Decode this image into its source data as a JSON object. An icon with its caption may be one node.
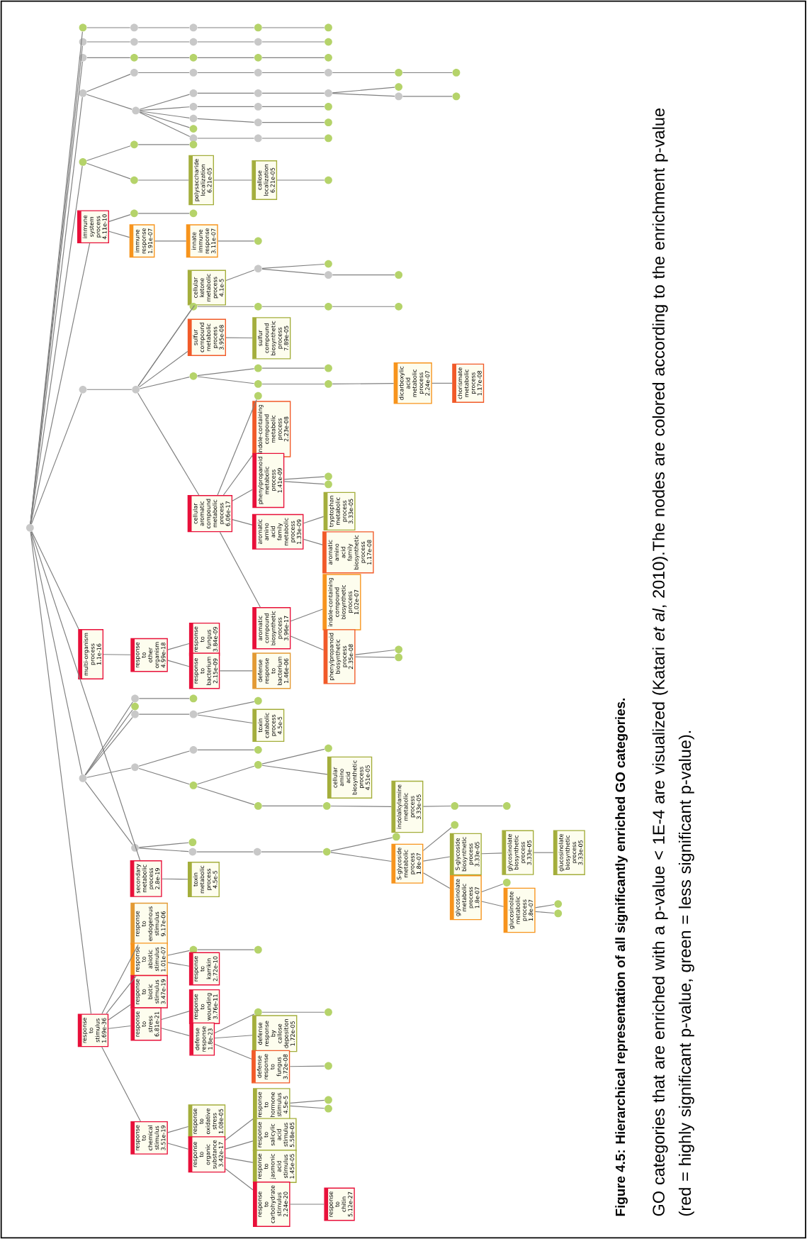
{
  "diagram": {
    "title": "Figure 4.5: Hierarchical representation of all significantly enriched GO categories.",
    "caption": "GO categories that are enriched with a p-value < 1E-4 are visualized (Katari *et al*, 2010).The nodes are colored according to the enrichment p-value (red = highly significant p-value, green = less significant p-value).",
    "nodes": [
      {
        "text": [],
        "shape": "circle"
      },
      {
        "text": [],
        "shape": "circle"
      },
      {
        "text": [],
        "shape": "circle"
      },
      {
        "text": [],
        "shape": "circle"
      },
      {
        "text": [],
        "shape": "circle"
      },
      {
        "text": [],
        "shape": "circle"
      },
      {
        "text": [],
        "shape": "circle"
      },
      {
        "text": [],
        "shape": "circle"
      },
      {
        "text": [],
        "shape": "circle"
      },
      {
        "text": [],
        "shape": "circle"
      },
      {
        "text": [],
        "shape": "circle"
      },
      {
        "text": [],
        "shape": "circle"
      },
      {
        "text": [],
        "shape": "circle"
      },
      {
        "text": [],
        "shape": "circle"
      },
      {
        "text": [],
        "shape": "circle"
      },
      {
        "text": [],
        "shape": "circle"
      },
      {
        "text": [],
        "shape": "circle"
      },
      {
        "text": [],
        "shape": "circle"
      },
      {
        "text": [],
        "shape": "circle"
      },
      {
        "text": [],
        "shape": "circle"
      },
      {
        "text": [],
        "shape": "circle"
      },
      {
        "text": [],
        "shape": "circle"
      },
      {
        "text": [],
        "shape": "circle"
      },
      {
        "text": [],
        "shape": "circle"
      },
      {
        "text": [],
        "shape": "circle"
      },
      {
        "text": [],
        "shape": "circle"
      },
      {
        "text": [],
        "shape": "circle"
      },
      {
        "text": [],
        "shape": "circle"
      },
      {
        "text": [],
        "shape": "circle"
      },
      {
        "text": [],
        "shape": "circle"
      },
      {
        "text": [],
        "shape": "circle"
      },
      {
        "text": [],
        "shape": "circle"
      },
      {
        "text": [],
        "shape": "circle"
      },
      {
        "text": [],
        "shape": "circle"
      },
      {
        "text": [],
        "shape": "circle"
      },
      {
        "text": [],
        "shape": "circle"
      },
      {
        "text": [],
        "shape": "circle"
      },
      {
        "text": [],
        "shape": "circle"
      },
      {
        "text": [],
        "shape": "circle"
      },
      {
        "text": [],
        "shape": "circle"
      },
      {
        "text": [],
        "shape": "circle"
      },
      {
        "text": [],
        "shape": "circle"
      },
      {
        "text": [],
        "shape": "circle"
      },
      {
        "text": [],
        "shape": "circle"
      },
      {
        "text": [
          "polysaccharide localization 6.21e-05"
        ]
      },
      {
        "text": [
          "callose localization 6.21e-05"
        ]
      },
      {
        "text": [],
        "shape": "circle"
      },
      {
        "text": [
          "immune system process 4.11e-10"
        ]
      },
      {
        "text": [],
        "shape": "circle"
      },
      {
        "text": [],
        "shape": "circle"
      },
      {
        "text": [
          "immune response 1.91e-07"
        ]
      },
      {
        "text": [
          "innate immune response 3.11e-07"
        ]
      },
      {
        "text": [],
        "shape": "circle"
      },
      {
        "text": [],
        "shape": "circle"
      },
      {
        "text": [],
        "shape": "circle"
      },
      {
        "text": [
          "cellular ketone metabolic process 4.1e-5"
        ]
      },
      {
        "text": [],
        "shape": "circle"
      },
      {
        "text": [],
        "shape": "circle"
      },
      {
        "text": [],
        "shape": "circle"
      },
      {
        "text": [],
        "shape": "circle"
      },
      {
        "text": [],
        "shape": "circle"
      },
      {
        "text": [],
        "shape": "circle"
      },
      {
        "text": [],
        "shape": "circle"
      },
      {
        "text": [],
        "shape": "circle"
      },
      {
        "text": [
          "sulfur compound metabolic process 3.95e-08"
        ]
      },
      {
        "text": [
          "sulfur compound biosynthetic process 7.89e-05"
        ]
      },
      {
        "text": [],
        "shape": "circle"
      },
      {
        "text": [],
        "shape": "circle"
      },
      {
        "text": [],
        "shape": "circle"
      },
      {
        "text": [],
        "shape": "circle"
      },
      {
        "text": [],
        "shape": "circle"
      },
      {
        "text": [
          "dicarboxylic acid metabolic process 2.24e-07"
        ]
      },
      {
        "text": [
          "chorismate metabolic process 1.17e-08"
        ]
      },
      {
        "text": [
          "cellular aromatic compound metabolic process 6.06e-17"
        ]
      },
      {
        "text": [],
        "shape": "circle"
      },
      {
        "text": [
          "indole-containing compound metabolic process 2.23e-08"
        ]
      },
      {
        "text": [
          "phenylpropanoid metabolic process 1.41e-09"
        ]
      },
      {
        "text": [],
        "shape": "circle"
      },
      {
        "text": [],
        "shape": "circle"
      },
      {
        "text": [
          "aromatic amino acid family metabolic process 1.33e-09"
        ]
      },
      {
        "text": [
          "tryptophan metabolic process 3.33e-05"
        ]
      },
      {
        "text": [
          "aromatic amino acid family biosynthetic process 1.17e-08"
        ]
      },
      {
        "text": [
          "aromatic compound biosynthetic process 3.96e-17"
        ]
      },
      {
        "text": [
          "indole-containing compound biosynthetic process 1.02e-07"
        ]
      },
      {
        "text": [
          "phenylpropanoid biosynthetic process 2.35e-08"
        ]
      },
      {
        "text": [],
        "shape": "circle"
      },
      {
        "text": [],
        "shape": "circle"
      },
      {
        "text": [
          "multi-organism process 1.1e-16"
        ]
      },
      {
        "text": [
          "response to other organism 4.99e-18"
        ]
      },
      {
        "text": [
          "response to fungus 3.84e-09"
        ]
      },
      {
        "text": [
          "response to bacterium 2.15e-09"
        ]
      },
      {
        "text": [
          "defense response to bacterium 1.46e-06"
        ]
      },
      {
        "text": [],
        "shape": "circle"
      },
      {
        "text": [],
        "shape": "circle"
      },
      {
        "text": [],
        "shape": "circle"
      },
      {
        "text": [],
        "shape": "circle"
      },
      {
        "text": [],
        "shape": "circle"
      },
      {
        "text": [],
        "shape": "circle"
      },
      {
        "text": [],
        "shape": "circle"
      },
      {
        "text": [
          "toxin catabolic process 4.5e-5"
        ]
      },
      {
        "text": [],
        "shape": "circle"
      },
      {
        "text": [],
        "shape": "circle"
      },
      {
        "text": [],
        "shape": "circle"
      },
      {
        "text": [],
        "shape": "circle"
      },
      {
        "text": [],
        "shape": "circle"
      },
      {
        "text": [],
        "shape": "circle"
      },
      {
        "text": [
          "cellular amino acid biosynthetic process 4.51e-05"
        ]
      },
      {
        "text": [],
        "shape": "circle"
      },
      {
        "text": [],
        "shape": "circle"
      },
      {
        "text": [
          "indolalkylamine metabolic process 3.33e-05"
        ]
      },
      {
        "text": [],
        "shape": "circle"
      },
      {
        "text": [],
        "shape": "circle"
      },
      {
        "text": [],
        "shape": "circle"
      },
      {
        "text": [],
        "shape": "circle"
      },
      {
        "text": [],
        "shape": "circle"
      },
      {
        "text": [],
        "shape": "circle"
      },
      {
        "text": [],
        "shape": "circle"
      },
      {
        "text": [],
        "shape": "circle"
      },
      {
        "text": [
          "S-glycoside metabolic process 1.8e-07"
        ]
      },
      {
        "text": [],
        "shape": "circle"
      },
      {
        "text": [
          "S-glycoside biosynthetic process 3.33e-05"
        ]
      },
      {
        "text": [
          "glycosinolate biosynthetic process 3.33e-05"
        ]
      },
      {
        "text": [
          "glucosinolate biosynthetic process 3.33e-05"
        ]
      },
      {
        "text": [
          "glycosinolate metabolic process 1.8e-07"
        ]
      },
      {
        "text": [],
        "shape": "circle"
      },
      {
        "text": [
          "glucosinolate metabolic process 1.8e-07"
        ]
      },
      {
        "text": [],
        "shape": "circle"
      },
      {
        "text": [],
        "shape": "circle"
      },
      {
        "text": [
          "secondary metabolic process 2.8e-19"
        ]
      },
      {
        "text": [
          "toxin metabolic process 4.5e-5"
        ]
      },
      {
        "text": [
          "response to stimulus 1.69e-36"
        ]
      },
      {
        "text": [
          "response to endogenous stimulus 9.17e-06"
        ]
      },
      {
        "text": [
          "response to abiotic stimulus 1.01e-07"
        ]
      },
      {
        "text": [],
        "shape": "circle"
      },
      {
        "text": [],
        "shape": "circle"
      },
      {
        "text": [
          "response to karrikin 2.72e-10"
        ]
      },
      {
        "text": [
          "response to biotic stimulus 3.47e-19"
        ]
      },
      {
        "text": [
          "response to stress 6.81e-21"
        ]
      },
      {
        "text": [
          "response to wounding 3.76e-11"
        ]
      },
      {
        "text": [
          "defense response 1.8e-23"
        ]
      },
      {
        "text": [],
        "shape": "circle"
      },
      {
        "text": [],
        "shape": "circle"
      },
      {
        "text": [
          "defense response by callose deposition 1.72e-05"
        ]
      },
      {
        "text": [
          "defense response to fungus 3.72e-08"
        ]
      },
      {
        "text": [],
        "shape": "circle"
      },
      {
        "text": [
          "response to chemical stimulus 3.51e-19"
        ]
      },
      {
        "text": [
          "response to oxidative stress 1.08e-05"
        ]
      },
      {
        "text": [
          "response to organic substance 3.42e-17"
        ]
      },
      {
        "text": [
          "response to hormone stimulus 4.5e-5"
        ]
      },
      {
        "text": [],
        "shape": "circle"
      },
      {
        "text": [],
        "shape": "circle"
      },
      {
        "text": [
          "response to salicylic acid stimulus 5.58e-05"
        ]
      },
      {
        "text": [
          "response to jasmonic acid stimulus 1.45e-05"
        ]
      },
      {
        "text": [
          "response to carbohydrate stimulus 2.24e-20"
        ]
      },
      {
        "text": [
          "response to chitin 5.12e-27"
        ]
      }
    ],
    "edges": [
      {
        "from": 0,
        "to": 1,
        "arrow": "none"
      },
      {
        "from": 0,
        "to": 6,
        "arrow": "none"
      },
      {
        "from": 0,
        "to": 11,
        "arrow": "none"
      },
      {
        "from": 0,
        "to": 16,
        "arrow": "none"
      },
      {
        "from": 0,
        "to": 40,
        "arrow": "none"
      },
      {
        "from": 0,
        "to": 47,
        "arrow": "none"
      },
      {
        "from": 0,
        "to": 53,
        "arrow": "none"
      },
      {
        "from": 0,
        "to": 87,
        "arrow": "none"
      },
      {
        "from": 0,
        "to": 92,
        "arrow": "none"
      },
      {
        "from": 0,
        "to": 128,
        "arrow": "none"
      },
      {
        "from": 0,
        "to": 130,
        "arrow": "none"
      },
      {
        "from": 1,
        "to": 2,
        "arrow": "none"
      },
      {
        "from": 2,
        "to": 3,
        "arrow": "none"
      },
      {
        "from": 3,
        "to": 4,
        "arrow": "none"
      },
      {
        "from": 4,
        "to": 5,
        "arrow": "none"
      },
      {
        "from": 6,
        "to": 7,
        "arrow": "none"
      },
      {
        "from": 7,
        "to": 8,
        "arrow": "none"
      },
      {
        "from": 8,
        "to": 9,
        "arrow": "none"
      },
      {
        "from": 9,
        "to": 10,
        "arrow": "none"
      },
      {
        "from": 11,
        "to": 12,
        "arrow": "none"
      },
      {
        "from": 12,
        "to": 13,
        "arrow": "none"
      },
      {
        "from": 13,
        "to": 14,
        "arrow": "none"
      },
      {
        "from": 14,
        "to": 15,
        "arrow": "none"
      },
      {
        "from": 16,
        "to": 17,
        "arrow": "none"
      },
      {
        "from": 17,
        "to": 18,
        "arrow": "none"
      },
      {
        "from": 18,
        "to": 19,
        "arrow": "none"
      },
      {
        "from": 19,
        "to": 20,
        "arrow": "none"
      },
      {
        "from": 20,
        "to": 21,
        "arrow": "none"
      },
      {
        "from": 21,
        "to": 22,
        "arrow": "none"
      },
      {
        "from": 16,
        "to": 23,
        "arrow": "none"
      },
      {
        "from": 23,
        "to": 24,
        "arrow": "none"
      },
      {
        "from": 24,
        "to": 25,
        "arrow": "none"
      },
      {
        "from": 25,
        "to": 26,
        "arrow": "none"
      },
      {
        "from": 26,
        "to": 27,
        "arrow": "none"
      },
      {
        "from": 26,
        "to": 28,
        "arrow": "none"
      },
      {
        "from": 28,
        "to": 29,
        "arrow": "none"
      },
      {
        "from": 23,
        "to": 30,
        "arrow": "none"
      },
      {
        "from": 30,
        "to": 31,
        "arrow": "none"
      },
      {
        "from": 31,
        "to": 32,
        "arrow": "none"
      },
      {
        "from": 23,
        "to": 33,
        "arrow": "none"
      },
      {
        "from": 33,
        "to": 34,
        "arrow": "none"
      },
      {
        "from": 34,
        "to": 35,
        "arrow": "none"
      },
      {
        "from": 23,
        "to": 36,
        "arrow": "none"
      },
      {
        "from": 23,
        "to": 37,
        "arrow": "none"
      },
      {
        "from": 37,
        "to": 38,
        "arrow": "none"
      },
      {
        "from": 38,
        "to": 39,
        "arrow": "none"
      },
      {
        "from": 40,
        "to": 41,
        "arrow": "none"
      },
      {
        "from": 41,
        "to": 42,
        "arrow": "none"
      },
      {
        "from": 40,
        "to": 43,
        "arrow": "none"
      },
      {
        "from": 43,
        "to": 44,
        "arrow": "none"
      },
      {
        "from": 44,
        "to": 45,
        "arrow": "none"
      },
      {
        "from": 45,
        "to": 46,
        "arrow": "none"
      },
      {
        "from": 47,
        "to": 48,
        "arrow": "none"
      },
      {
        "from": 48,
        "to": 49,
        "arrow": "none"
      },
      {
        "from": 47,
        "to": 50,
        "arrow": "none"
      },
      {
        "from": 50,
        "to": 51,
        "arrow": "none"
      },
      {
        "from": 51,
        "to": 52,
        "arrow": "none"
      },
      {
        "from": 53,
        "to": 54,
        "arrow": "none"
      },
      {
        "from": 54,
        "to": 55,
        "arrow": "none"
      },
      {
        "from": 54,
        "to": 60,
        "arrow": "none"
      },
      {
        "from": 54,
        "to": 64,
        "arrow": "none"
      },
      {
        "from": 54,
        "to": 66,
        "arrow": "none"
      },
      {
        "from": 54,
        "to": 73,
        "arrow": "none"
      },
      {
        "from": 55,
        "to": 56,
        "arrow": "none"
      },
      {
        "from": 56,
        "to": 57,
        "arrow": "none"
      },
      {
        "from": 56,
        "to": 58,
        "arrow": "none"
      },
      {
        "from": 58,
        "to": 59,
        "arrow": "none"
      },
      {
        "from": 60,
        "to": 61,
        "arrow": "none"
      },
      {
        "from": 61,
        "to": 62,
        "arrow": "none"
      },
      {
        "from": 62,
        "to": 63,
        "arrow": "none"
      },
      {
        "from": 64,
        "to": 65,
        "arrow": "none"
      },
      {
        "from": 66,
        "to": 67,
        "arrow": "none"
      },
      {
        "from": 67,
        "to": 68,
        "arrow": "none"
      },
      {
        "from": 66,
        "to": 69,
        "arrow": "none"
      },
      {
        "from": 69,
        "to": 70,
        "arrow": "none"
      },
      {
        "from": 70,
        "to": 71,
        "arrow": "none"
      },
      {
        "from": 71,
        "to": 72,
        "arrow": "none"
      },
      {
        "from": 73,
        "to": 74,
        "arrow": "none"
      },
      {
        "from": 73,
        "to": 75,
        "arrow": "none"
      },
      {
        "from": 73,
        "to": 76,
        "arrow": "none"
      },
      {
        "from": 73,
        "to": 79,
        "arrow": "none"
      },
      {
        "from": 73,
        "to": 82,
        "arrow": "none"
      },
      {
        "from": 76,
        "to": 77,
        "arrow": "none"
      },
      {
        "from": 76,
        "to": 78,
        "arrow": "none"
      },
      {
        "from": 79,
        "to": 80,
        "arrow": "none"
      },
      {
        "from": 79,
        "to": 81,
        "arrow": "none"
      },
      {
        "from": 82,
        "to": 83,
        "arrow": "none"
      },
      {
        "from": 82,
        "to": 84,
        "arrow": "none"
      },
      {
        "from": 84,
        "to": 85,
        "arrow": "none"
      },
      {
        "from": 84,
        "to": 86,
        "arrow": "none"
      },
      {
        "from": 87,
        "to": 88,
        "arrow": "none"
      },
      {
        "from": 88,
        "to": 89,
        "arrow": "none"
      },
      {
        "from": 88,
        "to": 90,
        "arrow": "none"
      },
      {
        "from": 90,
        "to": 91,
        "arrow": "none"
      },
      {
        "from": 92,
        "to": 93,
        "arrow": "none"
      },
      {
        "from": 93,
        "to": 94,
        "arrow": "none"
      },
      {
        "from": 92,
        "to": 95,
        "arrow": "none"
      },
      {
        "from": 92,
        "to": 96,
        "arrow": "none"
      },
      {
        "from": 96,
        "to": 97,
        "arrow": "none"
      },
      {
        "from": 97,
        "to": 98,
        "arrow": "none"
      },
      {
        "from": 97,
        "to": 99,
        "arrow": "none"
      },
      {
        "from": 92,
        "to": 100,
        "arrow": "none"
      },
      {
        "from": 100,
        "to": 101,
        "arrow": "none"
      },
      {
        "from": 101,
        "to": 102,
        "arrow": "none"
      },
      {
        "from": 100,
        "to": 103,
        "arrow": "none"
      },
      {
        "from": 103,
        "to": 104,
        "arrow": "none"
      },
      {
        "from": 104,
        "to": 105,
        "arrow": "none"
      },
      {
        "from": 104,
        "to": 106,
        "arrow": "none"
      },
      {
        "from": 103,
        "to": 107,
        "arrow": "none"
      },
      {
        "from": 107,
        "to": 108,
        "arrow": "none"
      },
      {
        "from": 108,
        "to": 109,
        "arrow": "none"
      },
      {
        "from": 109,
        "to": 110,
        "arrow": "none"
      },
      {
        "from": 110,
        "to": 111,
        "arrow": "none"
      },
      {
        "from": 92,
        "to": 112,
        "arrow": "none"
      },
      {
        "from": 112,
        "to": 113,
        "arrow": "none"
      },
      {
        "from": 112,
        "to": 114,
        "arrow": "none"
      },
      {
        "from": 114,
        "to": 115,
        "arrow": "none"
      },
      {
        "from": 115,
        "to": 116,
        "arrow": "none"
      },
      {
        "from": 116,
        "to": 117,
        "arrow": "none"
      },
      {
        "from": 116,
        "to": 118,
        "arrow": "none"
      },
      {
        "from": 118,
        "to": 119,
        "arrow": "none"
      },
      {
        "from": 118,
        "to": 120,
        "arrow": "none"
      },
      {
        "from": 120,
        "to": 121,
        "arrow": "none"
      },
      {
        "from": 121,
        "to": 122,
        "arrow": "none"
      },
      {
        "from": 118,
        "to": 123,
        "arrow": "none"
      },
      {
        "from": 123,
        "to": 124,
        "arrow": "none"
      },
      {
        "from": 123,
        "to": 125,
        "arrow": "none"
      },
      {
        "from": 125,
        "to": 126,
        "arrow": "none"
      },
      {
        "from": 125,
        "to": 127,
        "arrow": "none"
      },
      {
        "from": 128,
        "to": 129,
        "arrow": "none"
      },
      {
        "from": 130,
        "to": 131,
        "arrow": "none"
      },
      {
        "from": 130,
        "to": 132,
        "arrow": "none"
      },
      {
        "from": 130,
        "to": 136,
        "arrow": "none"
      },
      {
        "from": 130,
        "to": 137,
        "arrow": "none"
      },
      {
        "from": 130,
        "to": 145,
        "arrow": "none"
      },
      {
        "from": 132,
        "to": 133,
        "arrow": "none"
      },
      {
        "from": 133,
        "to": 134,
        "arrow": "none"
      },
      {
        "from": 132,
        "to": 135,
        "arrow": "none"
      },
      {
        "from": 137,
        "to": 138,
        "arrow": "none"
      },
      {
        "from": 137,
        "to": 139,
        "arrow": "none"
      },
      {
        "from": 139,
        "to": 140,
        "arrow": "none"
      },
      {
        "from": 140,
        "to": 141,
        "arrow": "none"
      },
      {
        "from": 139,
        "to": 142,
        "arrow": "none"
      },
      {
        "from": 139,
        "to": 143,
        "arrow": "none"
      },
      {
        "from": 143,
        "to": 144,
        "arrow": "none"
      },
      {
        "from": 145,
        "to": 146,
        "arrow": "none"
      },
      {
        "from": 145,
        "to": 147,
        "arrow": "none"
      },
      {
        "from": 147,
        "to": 148,
        "arrow": "none"
      },
      {
        "from": 147,
        "to": 151,
        "arrow": "none"
      },
      {
        "from": 147,
        "to": 152,
        "arrow": "none"
      },
      {
        "from": 147,
        "to": 153,
        "arrow": "none"
      },
      {
        "from": 148,
        "to": 149,
        "arrow": "none"
      },
      {
        "from": 148,
        "to": 150,
        "arrow": "none"
      },
      {
        "from": 153,
        "to": 154,
        "arrow": "none"
      }
    ]
  }
}
